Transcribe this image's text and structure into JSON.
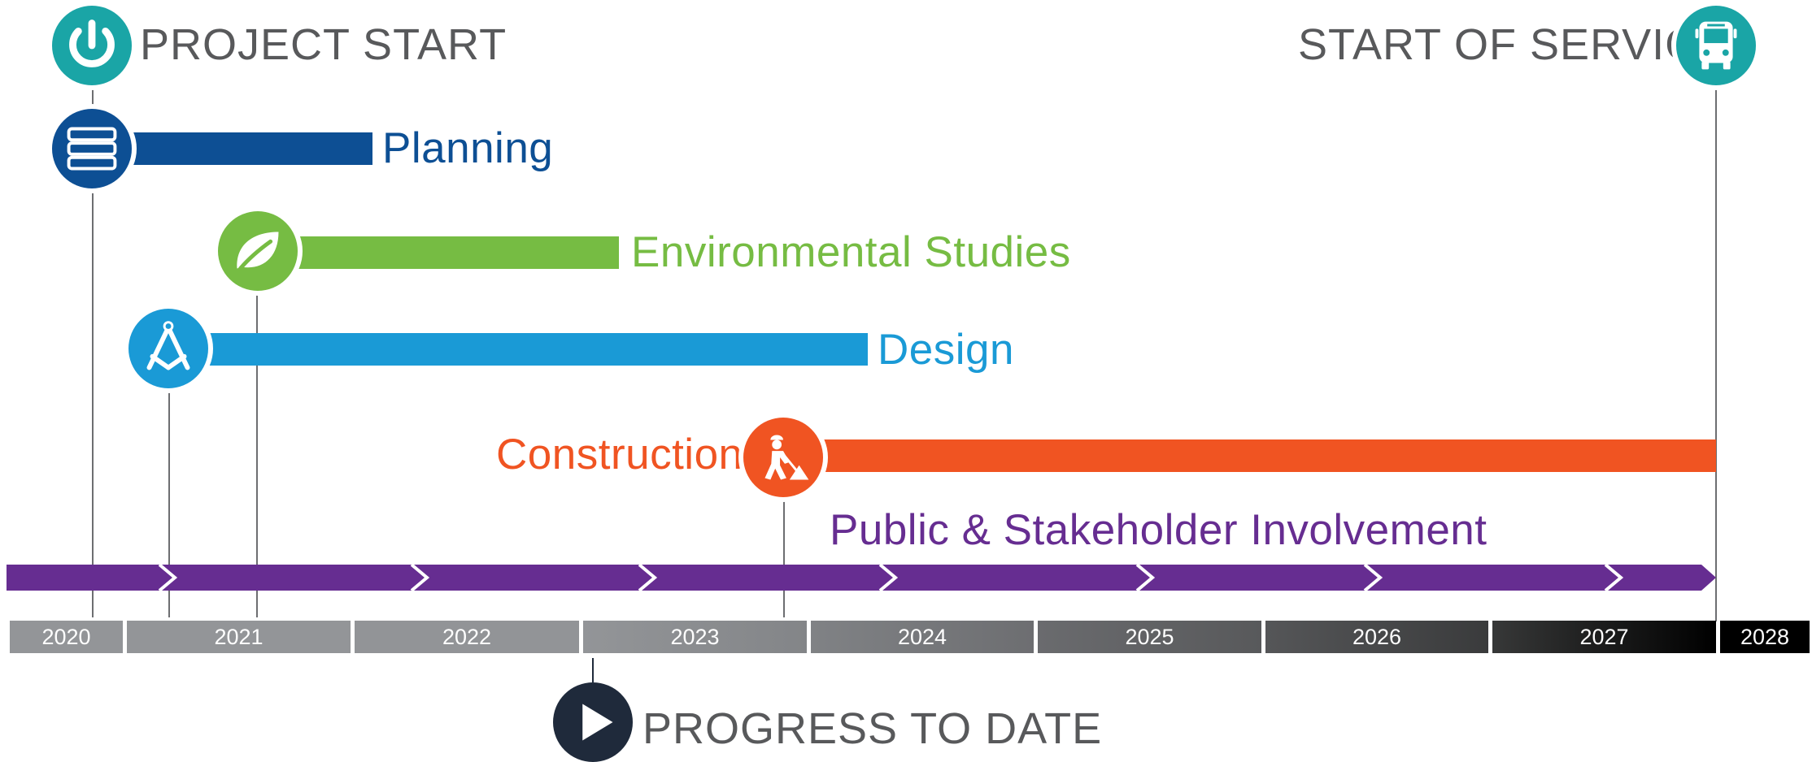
{
  "milestones": {
    "project_start": {
      "label": "PROJECT START",
      "color": "#1aa5a6",
      "icon": "power-icon"
    },
    "start_of_service": {
      "label": "START OF SERVICE",
      "color": "#1aa5a6",
      "icon": "bus-icon"
    },
    "progress_to_date": {
      "label": "PROGRESS TO DATE",
      "color": "#1f2a3b",
      "icon": "play-icon"
    }
  },
  "phases": [
    {
      "key": "planning",
      "label": "Planning",
      "color": "#0d4f94",
      "icon": "server-stack-icon"
    },
    {
      "key": "environmental",
      "label": "Environmental Studies",
      "color": "#76bc43",
      "icon": "leaf-icon"
    },
    {
      "key": "design",
      "label": "Design",
      "color": "#1a9ad6",
      "icon": "compass-icon"
    },
    {
      "key": "construction",
      "label": "Construction",
      "color": "#f05422",
      "icon": "construction-worker-icon"
    }
  ],
  "involvement": {
    "label": "Public & Stakeholder Involvement",
    "color": "#662d91"
  },
  "years": [
    "2020",
    "2021",
    "2022",
    "2023",
    "2024",
    "2025",
    "2026",
    "2027",
    "2028"
  ]
}
